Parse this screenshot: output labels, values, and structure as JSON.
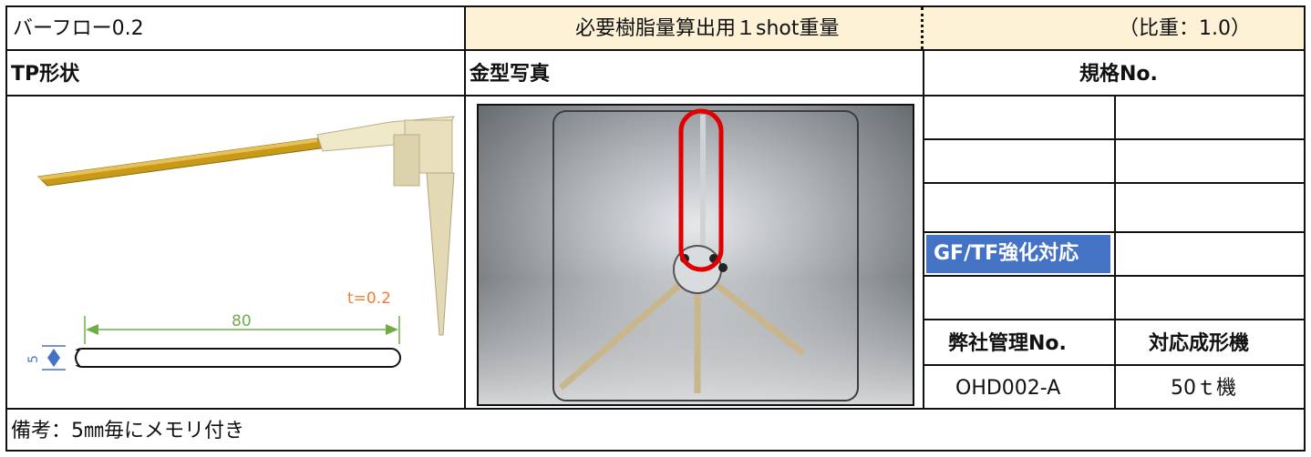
{
  "header": {
    "title": "バーフロー0.2",
    "weight_label": "必要樹脂量算出用１shot重量",
    "specific_gravity": "（比重：1.0）"
  },
  "sections": {
    "tp_shape": "TP形状",
    "mold_photo": "金型写真",
    "standard_no": "規格No."
  },
  "drawing": {
    "thickness": "t=0.2",
    "length": "80",
    "width": "5"
  },
  "spec_table": {
    "rows": [
      {
        "left": "",
        "right": ""
      },
      {
        "left": "",
        "right": ""
      },
      {
        "left": "",
        "right": ""
      },
      {
        "left": "GF/TF強化対応",
        "right": ""
      },
      {
        "left": "",
        "right": ""
      }
    ],
    "company_no_label": "弊社管理No.",
    "machine_label": "対応成形機",
    "company_no_value": "OHD002-A",
    "machine_value": "50ｔ機"
  },
  "footer": {
    "remarks": "備考：5㎜毎にメモリ付き"
  },
  "colors": {
    "header_fill": "#fdf1d6",
    "accent_blue": "#4472c4",
    "dimension_green": "#70ad47",
    "thickness_orange": "#ed7d31",
    "highlight_red": "#e00000"
  }
}
